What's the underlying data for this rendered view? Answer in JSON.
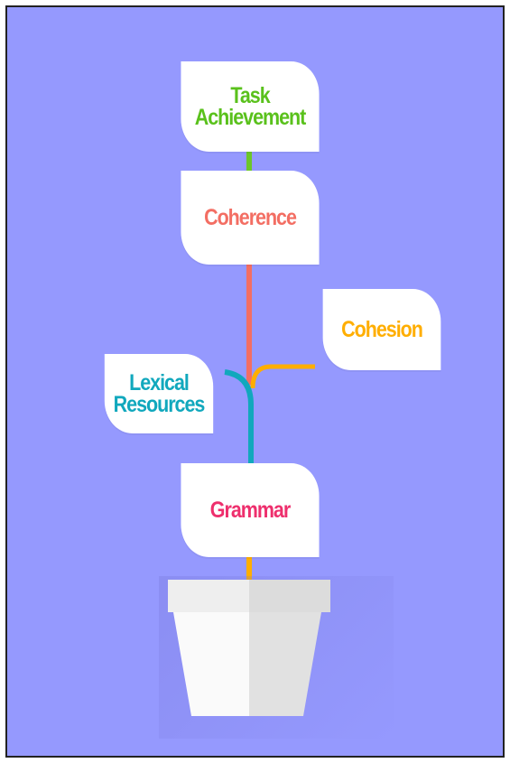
{
  "background": "#9599fe",
  "stems": {
    "top": "#6cc62a",
    "middle": "#f36e63",
    "left_branch": "#11a8bd",
    "right_branch": "#ffae00",
    "bottom": "#ffae00"
  },
  "cards": {
    "task": {
      "lines": [
        "Task",
        "Achievement"
      ],
      "color": "#5ac11c"
    },
    "coherence": {
      "lines": [
        "Coherence"
      ],
      "color": "#f36e63"
    },
    "cohesion": {
      "lines": [
        "Cohesion"
      ],
      "color": "#ffae00"
    },
    "lexical": {
      "lines": [
        "Lexical",
        "Resources"
      ],
      "color": "#11a8bd"
    },
    "grammar": {
      "lines": [
        "Grammar"
      ],
      "color": "#ee2f6d"
    }
  },
  "pot": {
    "rim_light": "#eeeeee",
    "rim_dark": "#dcdcdc",
    "body_light": "#fafafa",
    "body_dark": "#e1e1e1"
  }
}
